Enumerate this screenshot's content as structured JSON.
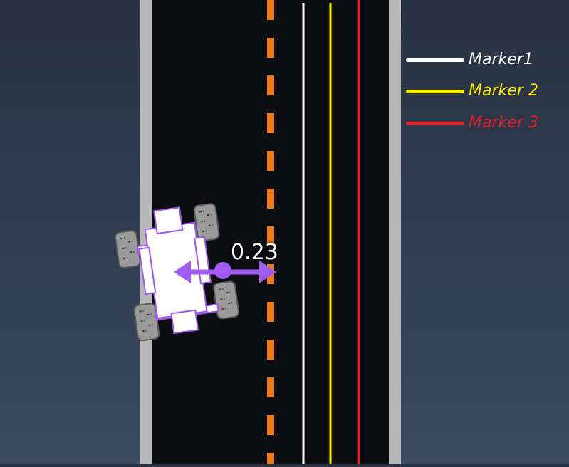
{
  "legend": {
    "items": [
      {
        "label": "Marker1",
        "color": "#ffffff",
        "text_color": "#ffffff"
      },
      {
        "label": "Marker 2",
        "color": "#ffef00",
        "text_color": "#ffef00"
      },
      {
        "label": "Marker 3",
        "color": "#e0202a",
        "text_color": "#e0202a"
      }
    ]
  },
  "offset": {
    "value": "0.23",
    "arrow_color": "#a25bf2"
  },
  "road": {
    "surface_color": "#0b0d10",
    "curb_color": "#b8b8b8",
    "center_dash_color": "#f07a12"
  },
  "vehicle": {
    "body_color": "#ffffff",
    "outline_color": "#9f57f0",
    "wheel_color": "#9a9a9a"
  }
}
